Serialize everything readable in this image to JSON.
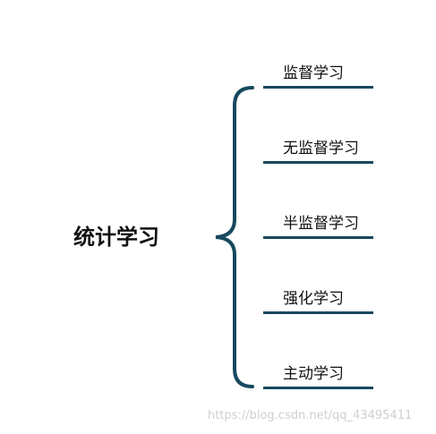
{
  "root": {
    "label": "统计学习"
  },
  "branches": [
    {
      "label": "监督学习"
    },
    {
      "label": "无监督学习"
    },
    {
      "label": "半监督学习"
    },
    {
      "label": "强化学习"
    },
    {
      "label": "主动学习"
    }
  ],
  "colors": {
    "brace": "#17495f",
    "text": "#111111",
    "watermark": "#cfcfcf"
  },
  "watermark": "https://blog.csdn.net/qq_43495411"
}
